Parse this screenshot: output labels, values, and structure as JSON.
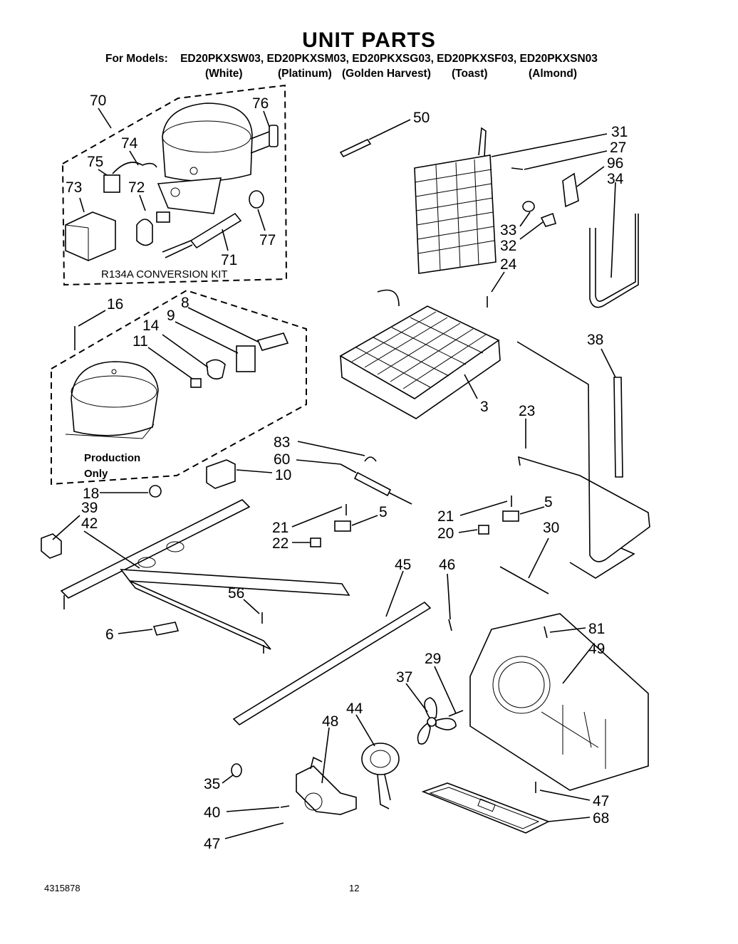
{
  "header": {
    "title": "UNIT PARTS",
    "models_prefix": "For Models:",
    "models": "ED20PKXSW03, ED20PKXSM03, ED20PKXSG03, ED20PKXSF03, ED20PKXSN03",
    "colors": [
      "(White)",
      "(Platinum)",
      "(Golden Harvest)",
      "(Toast)",
      "(Almond)"
    ]
  },
  "kit": {
    "label": "R134A CONVERSION KIT"
  },
  "production": {
    "line1": "Production",
    "line2": "Only"
  },
  "callouts": [
    "70",
    "76",
    "74",
    "75",
    "73",
    "72",
    "71",
    "77",
    "50",
    "31",
    "27",
    "96",
    "34",
    "33",
    "32",
    "24",
    "16",
    "8",
    "9",
    "14",
    "11",
    "38",
    "3",
    "23",
    "83",
    "60",
    "10",
    "18",
    "39",
    "42",
    "21",
    "22",
    "5",
    "21",
    "20",
    "5",
    "30",
    "56",
    "6",
    "45",
    "46",
    "81",
    "49",
    "29",
    "37",
    "44",
    "48",
    "35",
    "40",
    "47",
    "47",
    "68"
  ],
  "footer": {
    "doc_number": "4315878",
    "page_number": "12"
  }
}
